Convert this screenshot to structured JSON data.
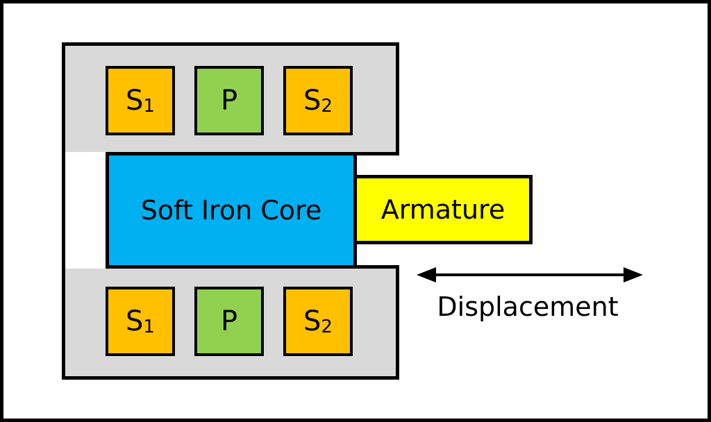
{
  "diagram": {
    "top_coils": [
      {
        "letter": "S",
        "sub": "1",
        "kind": "secondary"
      },
      {
        "letter": "P",
        "sub": "",
        "kind": "primary"
      },
      {
        "letter": "S",
        "sub": "2",
        "kind": "secondary"
      }
    ],
    "bottom_coils": [
      {
        "letter": "S",
        "sub": "1",
        "kind": "secondary"
      },
      {
        "letter": "P",
        "sub": "",
        "kind": "primary"
      },
      {
        "letter": "S",
        "sub": "2",
        "kind": "secondary"
      }
    ],
    "core_label": "Soft Iron Core",
    "armature_label": "Armature",
    "displacement_label": "Displacement",
    "colors": {
      "housing": "#d9d9d9",
      "secondary_coil": "#ffc000",
      "primary_coil": "#92d050",
      "core": "#00b0f0",
      "armature": "#ffff00",
      "outline": "#000000"
    }
  }
}
